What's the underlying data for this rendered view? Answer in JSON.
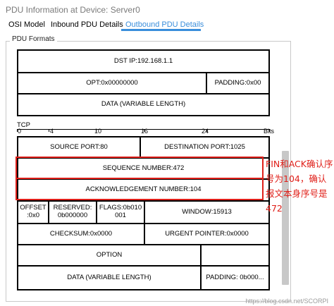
{
  "window": {
    "title": "PDU Information at Device: Server0"
  },
  "tabs": [
    {
      "label": "OSI Model"
    },
    {
      "label": "Inbound PDU Details"
    },
    {
      "label": "Outbound PDU Details"
    }
  ],
  "group_label": "PDU Formats",
  "ip": {
    "dst_ip": "DST IP:192.168.1.1",
    "opt": "OPT:0x00000000",
    "padding": "PADDING:0x00",
    "data": "DATA (VARIABLE LENGTH)"
  },
  "tcp": {
    "label": "TCP",
    "ruler": [
      "0",
      "4",
      "10",
      "16",
      "24",
      "Bits"
    ],
    "source_port": "SOURCE PORT:80",
    "destination_port": "DESTINATION PORT:1025",
    "sequence_number": "SEQUENCE NUMBER:472",
    "ack_number": "ACKNOWLEDGEMENT NUMBER:104",
    "offset": "OFFSET :0x0",
    "reserved": "RESERVED: 0b000000",
    "flags": "FLAGS:0b010 001",
    "window": "WINDOW:15913",
    "checksum": "CHECKSUM:0x0000",
    "urgent_pointer": "URGENT POINTER:0x0000",
    "option": "OPTION",
    "data": "DATA (VARIABLE LENGTH)",
    "padding": "PADDING: 0b000..."
  },
  "annotation": {
    "text": "FIN和ACK确认序号为104，确认报文本身序号是472",
    "color": "#e0201a"
  },
  "watermark": "https://blog.csdn.net/SCORPI",
  "colors": {
    "accent": "#3a8edb"
  }
}
